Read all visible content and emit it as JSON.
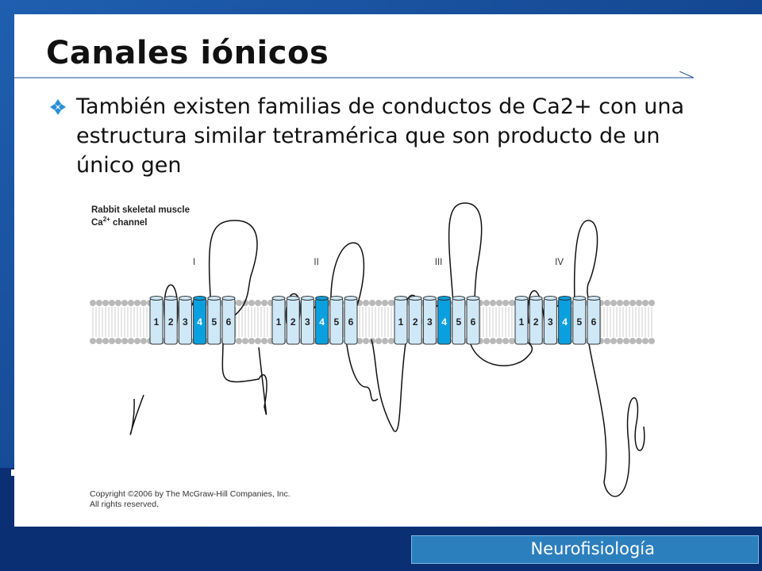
{
  "slide": {
    "title": "Canales iónicos",
    "bullet": {
      "icon": "diamond-bullet-icon",
      "text": "También existen familias de conductos de Ca2+ con una estructura similar tetramérica que son producto de un único gen"
    },
    "footer": {
      "label": "Neurofisiología"
    }
  },
  "figure": {
    "caption_line1": "Rabbit skeletal muscle",
    "caption_line2_prefix": "Ca",
    "caption_line2_sup": "2+",
    "caption_line2_suffix": " channel",
    "domains": [
      {
        "numeral": "I",
        "segments": [
          "1",
          "2",
          "3",
          "4",
          "5",
          "6"
        ]
      },
      {
        "numeral": "II",
        "segments": [
          "1",
          "2",
          "3",
          "4",
          "5",
          "6"
        ]
      },
      {
        "numeral": "III",
        "segments": [
          "1",
          "2",
          "3",
          "4",
          "5",
          "6"
        ]
      },
      {
        "numeral": "IV",
        "segments": [
          "1",
          "2",
          "3",
          "4",
          "5",
          "6"
        ]
      }
    ],
    "copyright_line1": "Copyright ©2006 by The McGraw-Hill Companies, Inc.",
    "copyright_line2": "All rights reserved."
  },
  "colors": {
    "background": "#0d3f8f",
    "segment": "#cfe8f8",
    "segment_highlight": "#0aa0e0",
    "footer": "#2c7fbd"
  }
}
